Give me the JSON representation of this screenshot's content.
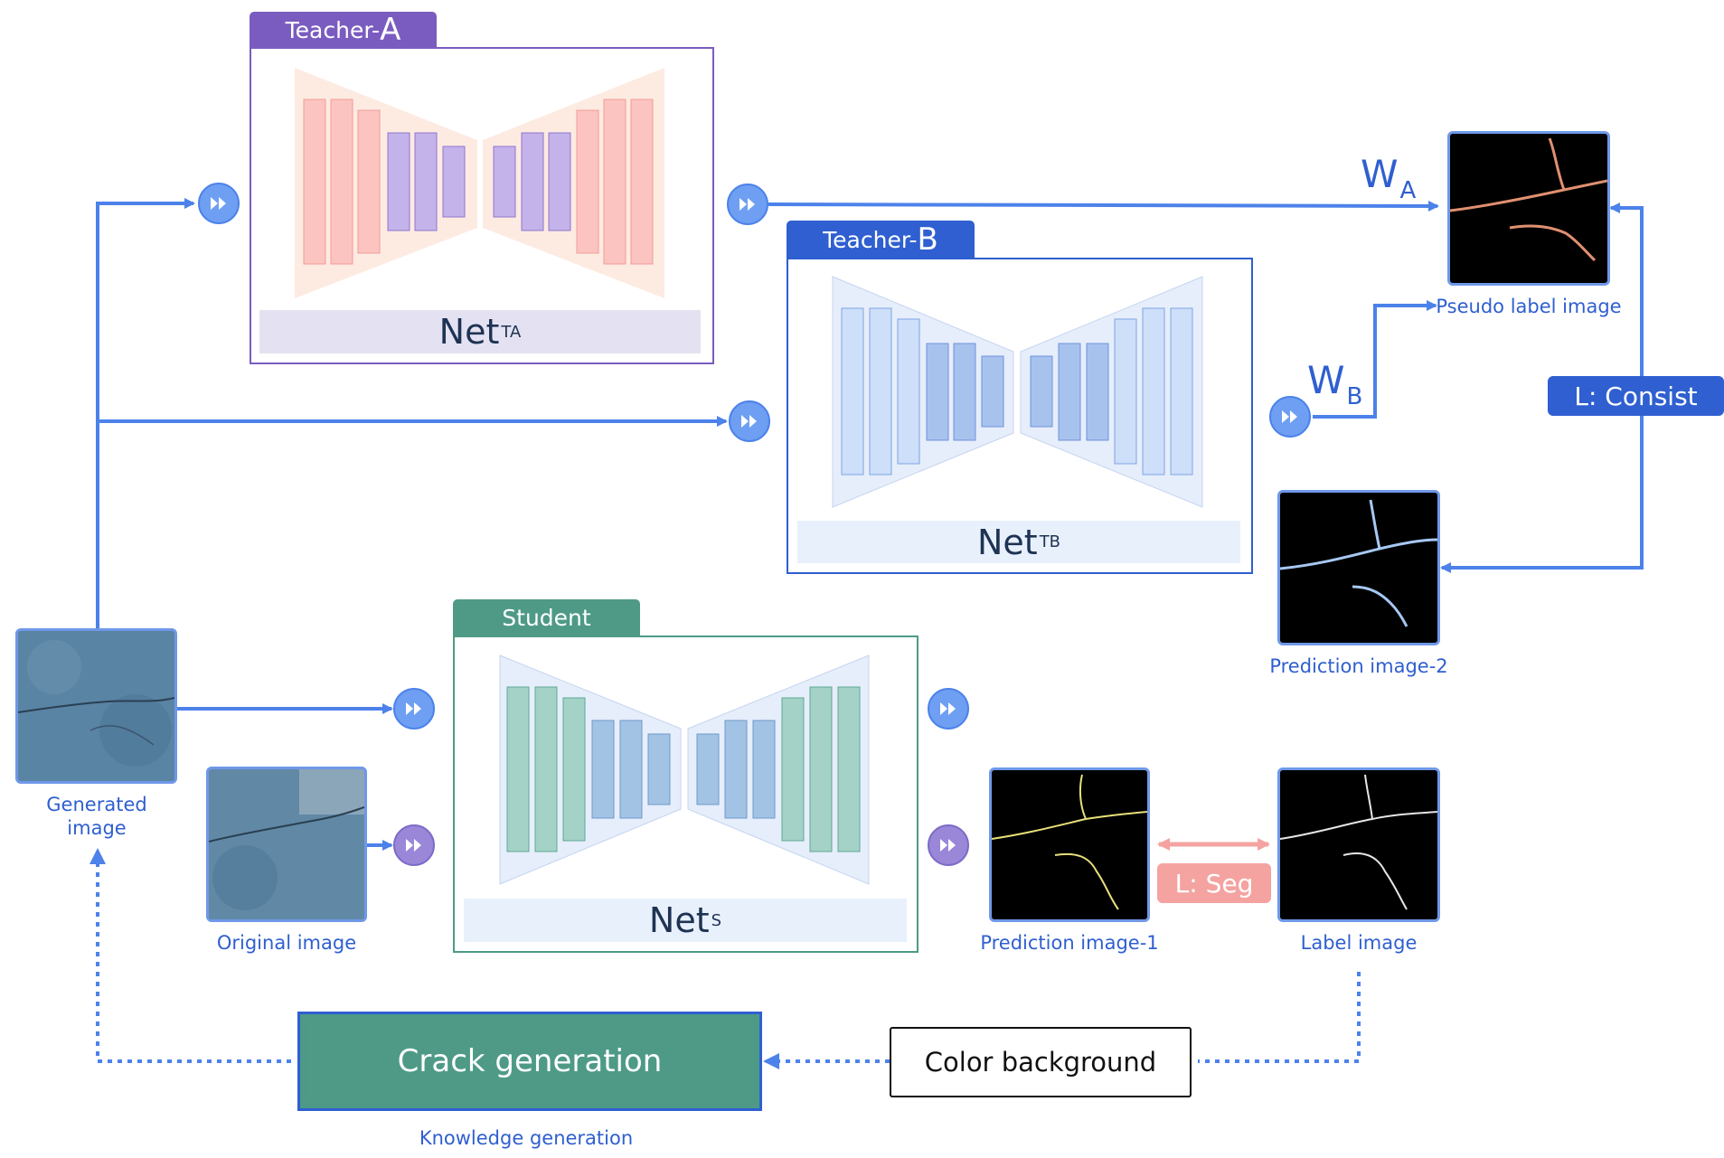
{
  "teachers": {
    "a": {
      "tab_prefix": "Teacher-",
      "tab_letter": "A",
      "net": "Net",
      "net_sub": "TA"
    },
    "b": {
      "tab_prefix": "Teacher-",
      "tab_letter": "B",
      "net": "Net",
      "net_sub": "TB"
    }
  },
  "student": {
    "tab": "Student",
    "net": "Net",
    "net_sub": "S"
  },
  "weights": {
    "a": {
      "w": "W",
      "sub": "A"
    },
    "b": {
      "w": "W",
      "sub": "B"
    }
  },
  "losses": {
    "consist": "L: Consist",
    "seg": "L: Seg"
  },
  "captions": {
    "pseudo_label": "Pseudo label image",
    "prediction_2": "Prediction image-2",
    "generated_line1": "Generated",
    "generated_line2": "image",
    "original": "Original image",
    "prediction_1": "Prediction image-1",
    "label": "Label image",
    "knowledge": "Knowledge generation"
  },
  "blocks": {
    "crack_generation": "Crack generation",
    "color_background": "Color background"
  },
  "colors": {
    "flow_blue": "#4c82ea",
    "teacher_a": "#7a5cc0",
    "teacher_b": "#2f5fd0",
    "student": "#4e9a87",
    "loss_seg": "#f4a3a0",
    "crack_block": "#4e9a87"
  },
  "icons": {
    "forward": "fast-forward-icon"
  }
}
